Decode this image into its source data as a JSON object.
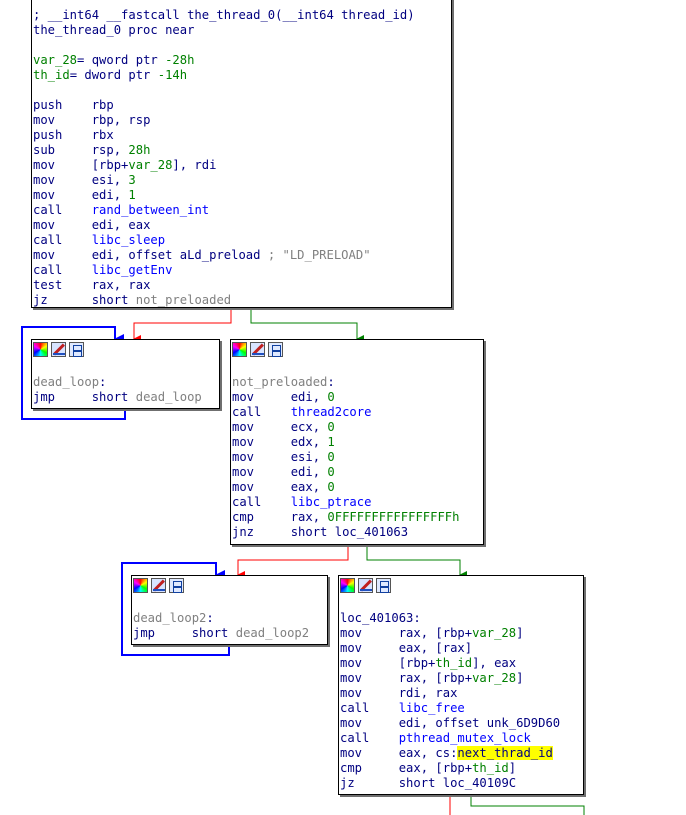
{
  "colors": {
    "edge_false": "#ff0000",
    "edge_true": "#008000",
    "edge_loop": "#0000ff",
    "mnemonic": "#000080",
    "immediate": "#008000",
    "function_ref": "#0000ff",
    "comment": "#808080",
    "highlight": "#ffff00"
  },
  "toolbar_icons": [
    "palette-icon",
    "edit-icon",
    "graph-icon"
  ],
  "blocks": {
    "main": {
      "lines": [
        {
          "header": true,
          "tokens": [
            {
              "t": "; __int64 __fastcall the_thread_0(__int64 thread_id)",
              "c": "name"
            }
          ]
        },
        {
          "header": true,
          "tokens": [
            {
              "t": "the_thread_0 proc near",
              "c": "name"
            }
          ]
        },
        {
          "blank": true
        },
        {
          "tokens": [
            {
              "t": "var_28",
              "c": "var"
            },
            {
              "t": "= qword ptr ",
              "c": "op"
            },
            {
              "t": "-28h",
              "c": "num"
            }
          ]
        },
        {
          "tokens": [
            {
              "t": "th_id",
              "c": "var"
            },
            {
              "t": "= dword ptr ",
              "c": "op"
            },
            {
              "t": "-14h",
              "c": "num"
            }
          ]
        },
        {
          "blank": true
        },
        {
          "mn": "push",
          "tokens": [
            {
              "t": "rbp",
              "c": "op"
            }
          ]
        },
        {
          "mn": "mov",
          "tokens": [
            {
              "t": "rbp, rsp",
              "c": "op"
            }
          ]
        },
        {
          "mn": "push",
          "tokens": [
            {
              "t": "rbx",
              "c": "op"
            }
          ]
        },
        {
          "mn": "sub",
          "tokens": [
            {
              "t": "rsp, ",
              "c": "op"
            },
            {
              "t": "28h",
              "c": "num"
            }
          ]
        },
        {
          "mn": "mov",
          "tokens": [
            {
              "t": "[rbp+",
              "c": "op"
            },
            {
              "t": "var_28",
              "c": "var"
            },
            {
              "t": "], rdi",
              "c": "op"
            }
          ]
        },
        {
          "mn": "mov",
          "tokens": [
            {
              "t": "esi, ",
              "c": "op"
            },
            {
              "t": "3",
              "c": "num"
            }
          ]
        },
        {
          "mn": "mov",
          "tokens": [
            {
              "t": "edi, ",
              "c": "op"
            },
            {
              "t": "1",
              "c": "num"
            }
          ]
        },
        {
          "mn": "call",
          "tokens": [
            {
              "t": "rand_between_int",
              "c": "fn"
            }
          ]
        },
        {
          "mn": "mov",
          "tokens": [
            {
              "t": "edi, eax",
              "c": "op"
            }
          ]
        },
        {
          "mn": "call",
          "tokens": [
            {
              "t": "libc_sleep",
              "c": "fn"
            }
          ]
        },
        {
          "mn": "mov",
          "tokens": [
            {
              "t": "edi, offset aLd_preload ",
              "c": "op"
            },
            {
              "t": "; \"LD_PRELOAD\"",
              "c": "cmt"
            }
          ]
        },
        {
          "mn": "call",
          "tokens": [
            {
              "t": "libc_getEnv",
              "c": "fn"
            }
          ]
        },
        {
          "mn": "test",
          "tokens": [
            {
              "t": "rax, rax",
              "c": "op"
            }
          ]
        },
        {
          "mn": "jz",
          "tokens": [
            {
              "t": "short ",
              "c": "op"
            },
            {
              "t": "not_preloaded",
              "c": "gray"
            }
          ]
        }
      ]
    },
    "dead_loop": {
      "lines": [
        {
          "blank": true
        },
        {
          "label": true,
          "tokens": [
            {
              "t": "dead_loop",
              "c": "gray"
            },
            {
              "t": ":",
              "c": "op"
            }
          ]
        },
        {
          "mn": "jmp",
          "tokens": [
            {
              "t": "short ",
              "c": "op"
            },
            {
              "t": "dead_loop",
              "c": "gray"
            }
          ]
        }
      ]
    },
    "not_preloaded": {
      "lines": [
        {
          "blank": true
        },
        {
          "label": true,
          "tokens": [
            {
              "t": "not_preloaded",
              "c": "gray"
            },
            {
              "t": ":",
              "c": "op"
            }
          ]
        },
        {
          "mn": "mov",
          "tokens": [
            {
              "t": "edi, ",
              "c": "op"
            },
            {
              "t": "0",
              "c": "num"
            }
          ]
        },
        {
          "mn": "call",
          "tokens": [
            {
              "t": "thread2core",
              "c": "fn"
            }
          ]
        },
        {
          "mn": "mov",
          "tokens": [
            {
              "t": "ecx, ",
              "c": "op"
            },
            {
              "t": "0",
              "c": "num"
            }
          ]
        },
        {
          "mn": "mov",
          "tokens": [
            {
              "t": "edx, ",
              "c": "op"
            },
            {
              "t": "1",
              "c": "num"
            }
          ]
        },
        {
          "mn": "mov",
          "tokens": [
            {
              "t": "esi, ",
              "c": "op"
            },
            {
              "t": "0",
              "c": "num"
            }
          ]
        },
        {
          "mn": "mov",
          "tokens": [
            {
              "t": "edi, ",
              "c": "op"
            },
            {
              "t": "0",
              "c": "num"
            }
          ]
        },
        {
          "mn": "mov",
          "tokens": [
            {
              "t": "eax, ",
              "c": "op"
            },
            {
              "t": "0",
              "c": "num"
            }
          ]
        },
        {
          "mn": "call",
          "tokens": [
            {
              "t": "libc_ptrace",
              "c": "fn"
            }
          ]
        },
        {
          "mn": "cmp",
          "tokens": [
            {
              "t": "rax, ",
              "c": "op"
            },
            {
              "t": "0FFFFFFFFFFFFFFFFh",
              "c": "num"
            }
          ]
        },
        {
          "mn": "jnz",
          "tokens": [
            {
              "t": "short loc_401063",
              "c": "op"
            }
          ]
        }
      ]
    },
    "dead_loop2": {
      "lines": [
        {
          "blank": true
        },
        {
          "label": true,
          "tokens": [
            {
              "t": "dead_loop2",
              "c": "gray"
            },
            {
              "t": ":",
              "c": "op"
            }
          ]
        },
        {
          "mn": "jmp",
          "tokens": [
            {
              "t": "short ",
              "c": "op"
            },
            {
              "t": "dead_loop2",
              "c": "gray"
            }
          ]
        }
      ]
    },
    "loc_401063": {
      "lines": [
        {
          "blank": true
        },
        {
          "label": true,
          "tokens": [
            {
              "t": "loc_401063:",
              "c": "op"
            }
          ]
        },
        {
          "mn": "mov",
          "tokens": [
            {
              "t": "rax, [rbp+",
              "c": "op"
            },
            {
              "t": "var_28",
              "c": "var"
            },
            {
              "t": "]",
              "c": "op"
            }
          ]
        },
        {
          "mn": "mov",
          "tokens": [
            {
              "t": "eax, [rax]",
              "c": "op"
            }
          ]
        },
        {
          "mn": "mov",
          "tokens": [
            {
              "t": "[rbp+",
              "c": "op"
            },
            {
              "t": "th_id",
              "c": "var"
            },
            {
              "t": "], eax",
              "c": "op"
            }
          ]
        },
        {
          "mn": "mov",
          "tokens": [
            {
              "t": "rax, [rbp+",
              "c": "op"
            },
            {
              "t": "var_28",
              "c": "var"
            },
            {
              "t": "]",
              "c": "op"
            }
          ]
        },
        {
          "mn": "mov",
          "tokens": [
            {
              "t": "rdi, rax",
              "c": "op"
            }
          ]
        },
        {
          "mn": "call",
          "tokens": [
            {
              "t": "libc_free",
              "c": "fn"
            }
          ]
        },
        {
          "mn": "mov",
          "tokens": [
            {
              "t": "edi, offset unk_6D9D60",
              "c": "op"
            }
          ]
        },
        {
          "mn": "call",
          "tokens": [
            {
              "t": "pthread_mutex_lock",
              "c": "fn"
            }
          ]
        },
        {
          "mn": "mov",
          "tokens": [
            {
              "t": "eax, cs:",
              "c": "op"
            },
            {
              "t": "next_thrad_id",
              "c": "hl"
            }
          ]
        },
        {
          "mn": "cmp",
          "tokens": [
            {
              "t": "eax, [rbp+",
              "c": "op"
            },
            {
              "t": "th_id",
              "c": "var"
            },
            {
              "t": "]",
              "c": "op"
            }
          ]
        },
        {
          "mn": "jz",
          "tokens": [
            {
              "t": "short loc_40109C",
              "c": "op"
            }
          ]
        }
      ]
    }
  }
}
